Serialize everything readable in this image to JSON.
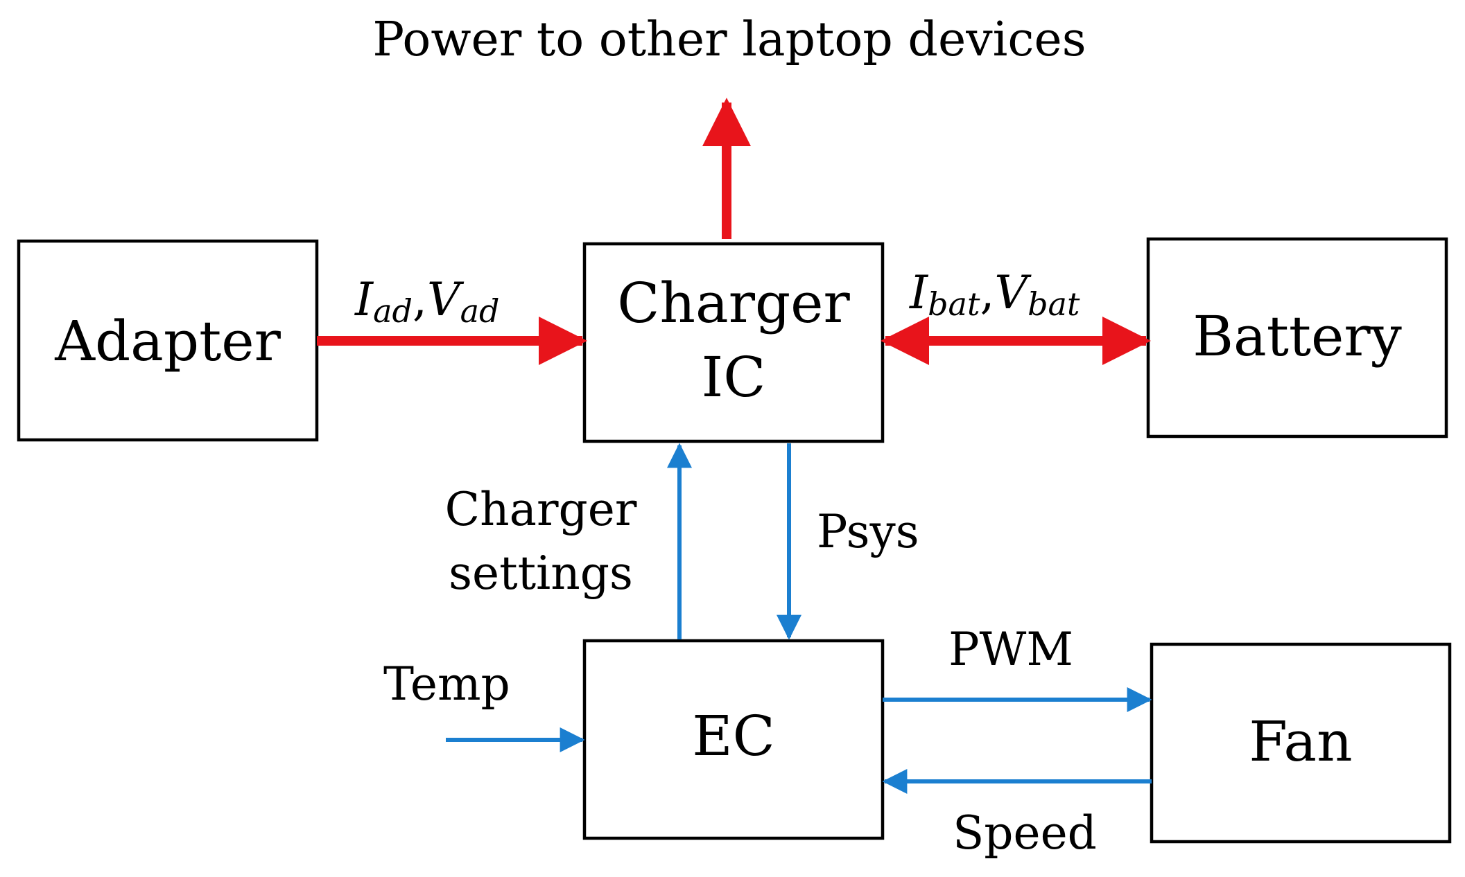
{
  "title": "Power to other laptop devices",
  "colors": {
    "power_flow": "#e8141b",
    "signal_flow": "#1b7fd0",
    "box_stroke": "#000000",
    "text": "#000000"
  },
  "blocks": {
    "adapter": {
      "label": "Adapter"
    },
    "charger_ic": {
      "line1": "Charger",
      "line2": "IC"
    },
    "battery": {
      "label": "Battery"
    },
    "ec": {
      "label": "EC"
    },
    "fan": {
      "label": "Fan"
    }
  },
  "signals": {
    "adapter_to_charger": {
      "i_main": "I",
      "i_sub": "ad",
      "sep": ",",
      "v_main": "V",
      "v_sub": "ad"
    },
    "charger_battery": {
      "i_main": "I",
      "i_sub": "bat",
      "sep": ",",
      "v_main": "V",
      "v_sub": "bat"
    },
    "charger_settings": {
      "line1": "Charger",
      "line2": "settings"
    },
    "psys": "Psys",
    "temp": "Temp",
    "pwm": "PWM",
    "speed": "Speed"
  }
}
